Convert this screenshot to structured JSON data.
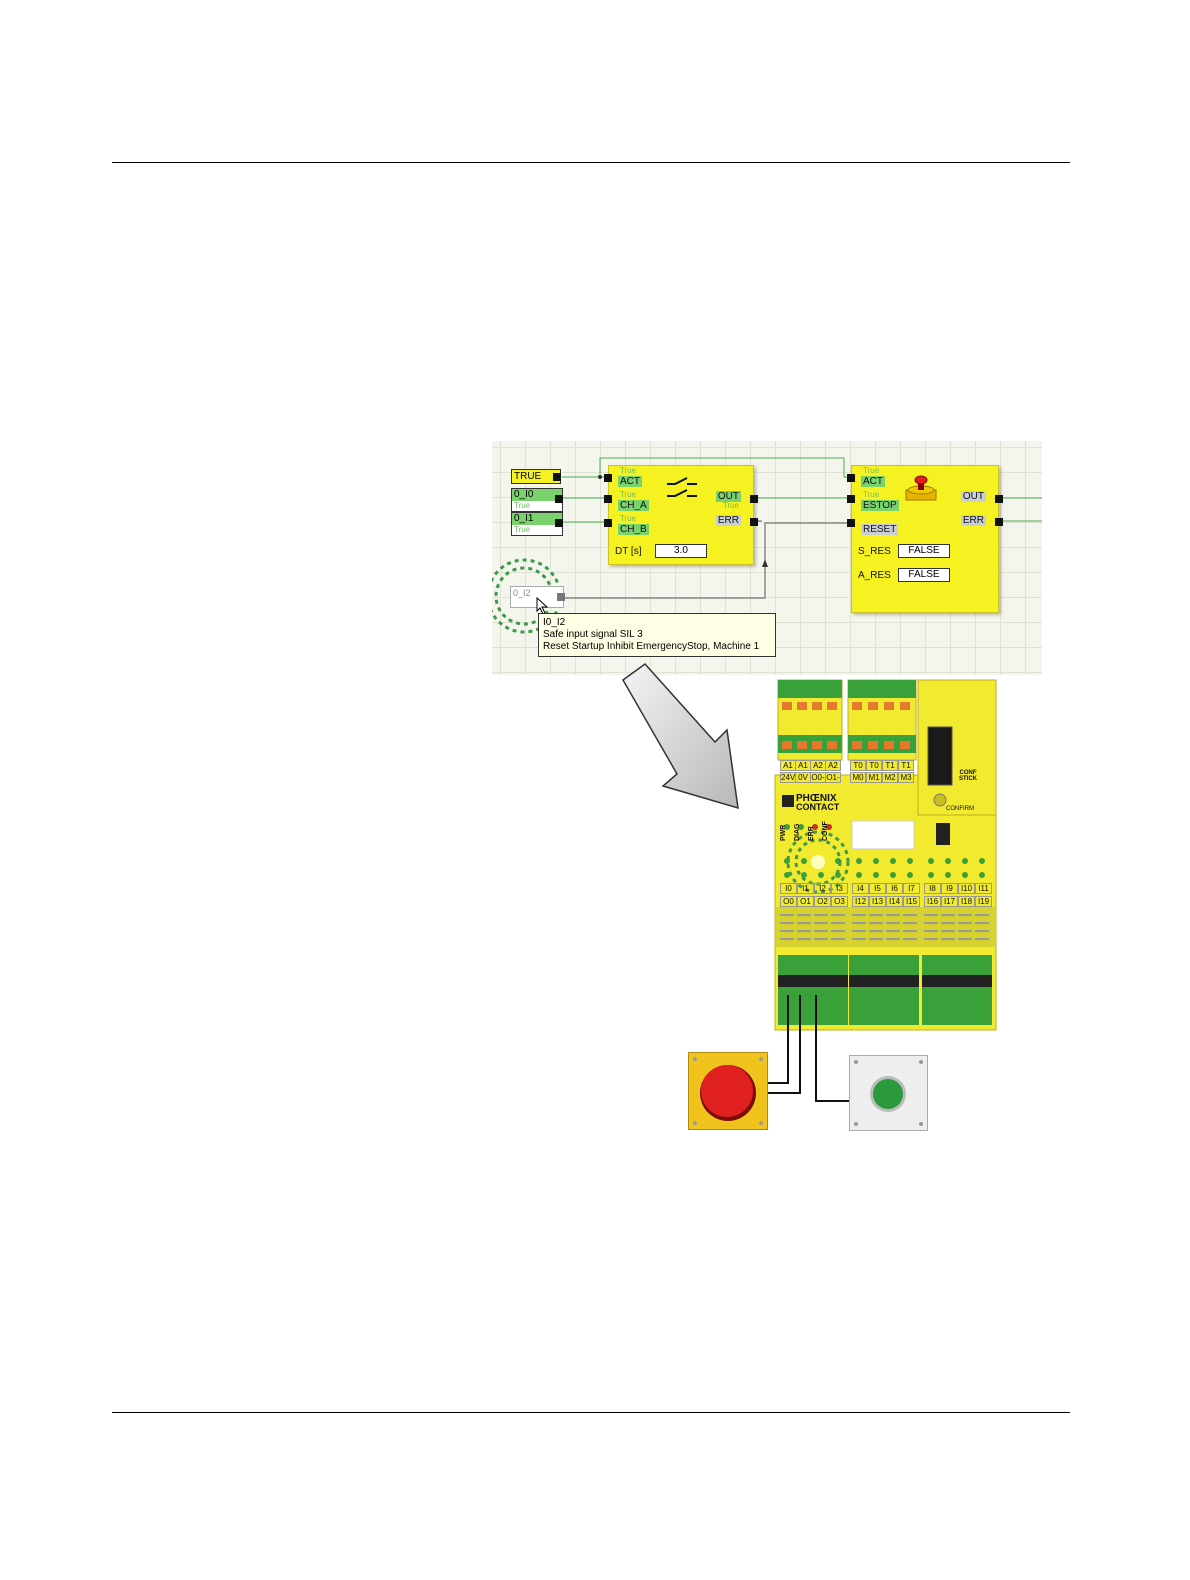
{
  "editor": {
    "const_true": "TRUE",
    "var_i0": {
      "name": "0_I0",
      "state": "True"
    },
    "var_i1": {
      "name": "0_I1",
      "state": "True"
    },
    "var_i2": {
      "name": "0_I2"
    },
    "eqv": {
      "in_state": "True",
      "act": "ACT",
      "ch_a": "CH_A",
      "ch_b": "CH_B",
      "out": "OUT",
      "err": "ERR",
      "out_state": "True",
      "dt_label": "DT [s]",
      "dt_value": "3.0"
    },
    "estop": {
      "in_state": "True",
      "act": "ACT",
      "estop": "ESTOP",
      "reset": "RESET",
      "out": "OUT",
      "err": "ERR",
      "s_res_label": "S_RES",
      "s_res_value": "FALSE",
      "a_res_label": "A_RES",
      "a_res_value": "FALSE"
    },
    "tooltip": {
      "line1": "I0_I2",
      "line2": "Safe input signal SIL 3",
      "line3": "Reset Startup Inhibit EmergencyStop, Machine 1"
    }
  },
  "device": {
    "brand_line1": "PHŒNIX",
    "brand_line2": "CONTACT",
    "conf_stick": "CONF STICK",
    "confirm": "CONFIRM",
    "top_left_terms": [
      "A1",
      "A1",
      "A2",
      "A2"
    ],
    "top_left_terms2": [
      "24V",
      "0V",
      "O0-",
      "O1-"
    ],
    "top_right_terms": [
      "T0",
      "T0",
      "T1",
      "T1"
    ],
    "top_right_terms2": [
      "M0",
      "M1",
      "M2",
      "M3"
    ],
    "leds": [
      "PWR",
      "DIAG",
      "ERR",
      "CONF"
    ],
    "inputs_row1": [
      "I0",
      "I1",
      "I2",
      "I3",
      "I4",
      "I5",
      "I6",
      "I7",
      "I8",
      "I9",
      "I10",
      "I11"
    ],
    "inputs_row2": [
      "O0",
      "O1",
      "O2",
      "O3",
      "I12",
      "I13",
      "I14",
      "I15",
      "I16",
      "I17",
      "I18",
      "I19"
    ]
  },
  "colors": {
    "fb_yellow": "#f6f221",
    "device_yellow": "#f2ea2f",
    "terminal_green": "#3aa03a",
    "estop_red": "#e0201e",
    "start_green": "#2a9a3c",
    "highlight_green": "#3c9a48"
  }
}
